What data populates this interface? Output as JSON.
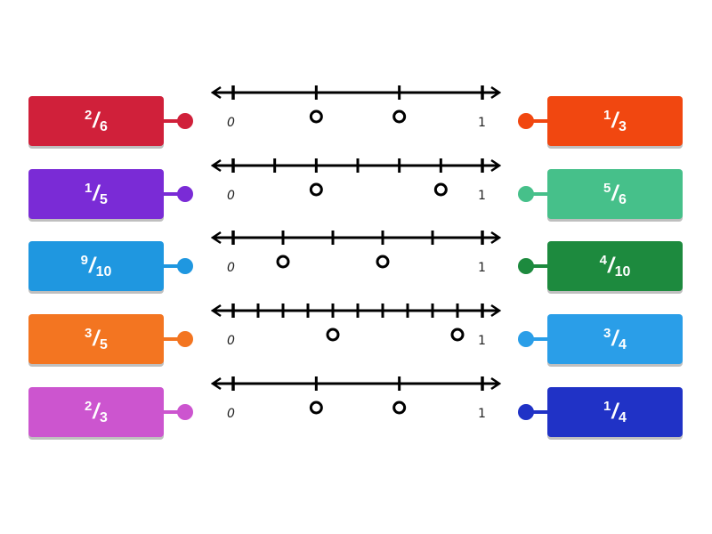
{
  "left_cards": [
    {
      "num": "2",
      "den": "6",
      "color": "#d0203a"
    },
    {
      "num": "1",
      "den": "5",
      "color": "#7a2bd6"
    },
    {
      "num": "9",
      "den": "10",
      "color": "#1f97e0"
    },
    {
      "num": "3",
      "den": "5",
      "color": "#f37521"
    },
    {
      "num": "2",
      "den": "3",
      "color": "#cc55cf"
    }
  ],
  "right_cards": [
    {
      "num": "1",
      "den": "3",
      "color": "#f14710"
    },
    {
      "num": "5",
      "den": "6",
      "color": "#46c08a"
    },
    {
      "num": "4",
      "den": "10",
      "color": "#1d8a3e"
    },
    {
      "num": "3",
      "den": "4",
      "color": "#2a9ee8"
    },
    {
      "num": "1",
      "den": "4",
      "color": "#2032c6"
    }
  ],
  "number_lines": [
    {
      "divisions": 3,
      "circles": [
        1,
        2
      ],
      "start_label": "0",
      "end_label": "1"
    },
    {
      "divisions": 6,
      "circles": [
        2,
        5
      ],
      "start_label": "0",
      "end_label": "1"
    },
    {
      "divisions": 5,
      "circles": [
        1,
        3
      ],
      "start_label": "0",
      "end_label": "1"
    },
    {
      "divisions": 10,
      "circles": [
        4,
        9
      ],
      "start_label": "0",
      "end_label": "1"
    },
    {
      "divisions": 3,
      "circles": [
        1,
        2
      ],
      "start_label": "0",
      "end_label": "1"
    }
  ]
}
